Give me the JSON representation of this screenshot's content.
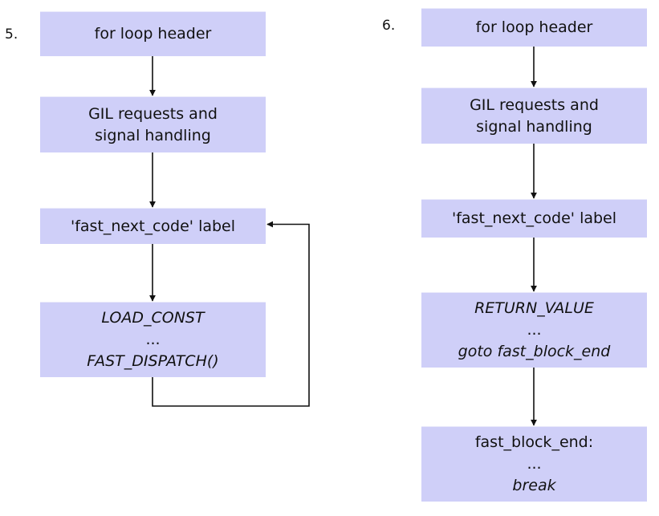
{
  "panels": [
    {
      "number": "5.",
      "nodes": [
        {
          "lines": [
            {
              "text": "for loop header",
              "italic": false
            }
          ]
        },
        {
          "lines": [
            {
              "text": "GIL requests and",
              "italic": false
            },
            {
              "text": "signal handling",
              "italic": false
            }
          ]
        },
        {
          "lines": [
            {
              "text": "'fast_next_code' label",
              "italic": false
            }
          ]
        },
        {
          "lines": [
            {
              "text": "LOAD_CONST",
              "italic": true
            },
            {
              "text": "...",
              "italic": false
            },
            {
              "text": "FAST_DISPATCH()",
              "italic": true
            }
          ]
        }
      ],
      "edges": [
        {
          "from": 0,
          "to": 1
        },
        {
          "from": 1,
          "to": 2
        },
        {
          "from": 2,
          "to": 3
        },
        {
          "from": 3,
          "to": 2,
          "loop": true
        }
      ]
    },
    {
      "number": "6.",
      "nodes": [
        {
          "lines": [
            {
              "text": "for loop header",
              "italic": false
            }
          ]
        },
        {
          "lines": [
            {
              "text": "GIL requests and",
              "italic": false
            },
            {
              "text": "signal handling",
              "italic": false
            }
          ]
        },
        {
          "lines": [
            {
              "text": "'fast_next_code' label",
              "italic": false
            }
          ]
        },
        {
          "lines": [
            {
              "text": "RETURN_VALUE",
              "italic": true
            },
            {
              "text": "...",
              "italic": false
            },
            {
              "text": "goto fast_block_end",
              "italic": true
            }
          ]
        },
        {
          "lines": [
            {
              "text": "fast_block_end:",
              "italic": false
            },
            {
              "text": "...",
              "italic": false
            },
            {
              "text": "break",
              "italic": true
            }
          ]
        }
      ],
      "edges": [
        {
          "from": 0,
          "to": 1
        },
        {
          "from": 1,
          "to": 2
        },
        {
          "from": 2,
          "to": 3
        },
        {
          "from": 3,
          "to": 4
        }
      ]
    }
  ]
}
